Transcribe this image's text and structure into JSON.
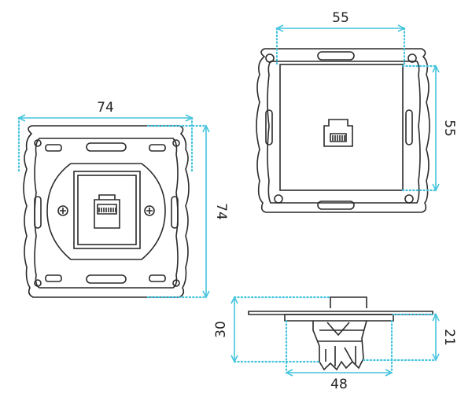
{
  "dimensions": {
    "front_width": "74",
    "front_height": "74",
    "cover_width": "55",
    "cover_height": "55",
    "side_depth_total": "30",
    "side_depth_body": "21",
    "side_body_width": "48"
  },
  "colors": {
    "dimension_line": "#45c4dd",
    "outline": "#2b2b2b",
    "background": "#ffffff"
  }
}
